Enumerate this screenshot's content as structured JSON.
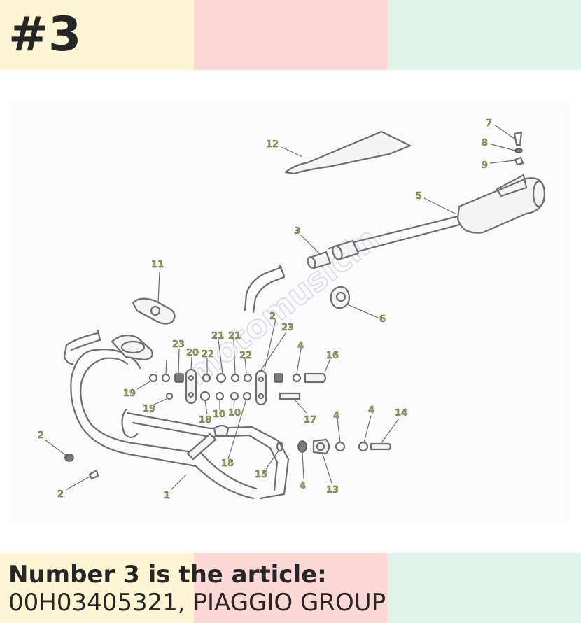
{
  "heading": "#3",
  "article": {
    "label": "Number 3 is the article:",
    "code": "00H03405321",
    "maker": ", PIAGGIO GROUP"
  },
  "watermark": "motomusicin",
  "colors": {
    "band_yellow": "#fdf5d3",
    "band_pink": "#fbd7d6",
    "band_mint": "#e2f3ec",
    "callout_text": "#9aa24a",
    "line_art": "#6e6e6e"
  },
  "callouts": [
    "12",
    "7",
    "8",
    "9",
    "5",
    "3",
    "11",
    "2",
    "23",
    "6",
    "4",
    "16",
    "21",
    "21",
    "22",
    "22",
    "23",
    "20",
    "19",
    "19",
    "18",
    "10",
    "10",
    "17",
    "4",
    "4",
    "14",
    "2",
    "18",
    "15",
    "4",
    "13",
    "2",
    "1"
  ]
}
